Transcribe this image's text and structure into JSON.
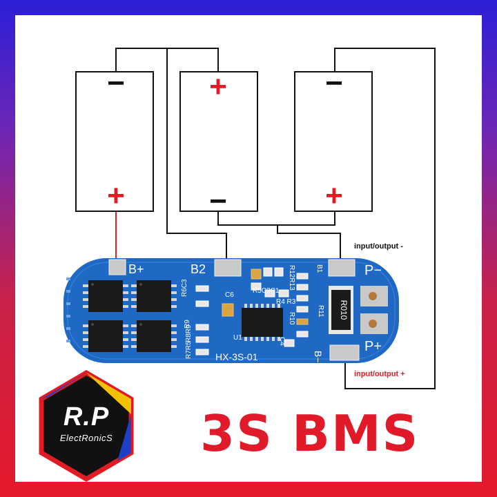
{
  "cells": [
    {
      "top_terminal": "−",
      "bottom_terminal": "+"
    },
    {
      "top_terminal": "+",
      "bottom_terminal": "−"
    },
    {
      "top_terminal": "−",
      "bottom_terminal": "+"
    }
  ],
  "board": {
    "pad_labels": {
      "b_plus": "B+",
      "b2": "B2",
      "p_minus": "P−",
      "p_plus": "P+",
      "b_minus": "B−",
      "b1": "B1"
    },
    "model_label": "HX-3S-01",
    "component_labels": {
      "c6": "C6",
      "u1": "U1",
      "r6c3": "R6C3",
      "r9": "R9",
      "r8r9": "R8R9",
      "r7r5": "R7R5",
      "r5c2c1": "R5C2C1",
      "r12r13": "R12R13",
      "r4r3": "R4 R3",
      "r10": "R10",
      "r11": "R11",
      "c4": "C4",
      "shunt": "R010"
    },
    "colors": {
      "pcb": "#1f68c4",
      "pad": "#c9c9c9",
      "wire": "#111111",
      "red": "#e01b24"
    }
  },
  "annotations": {
    "output_minus": "input/output -",
    "output_plus": "input/output +"
  },
  "logo": {
    "line1": "R.P",
    "line2": "ElectRonicS"
  },
  "title": "3S BMS"
}
